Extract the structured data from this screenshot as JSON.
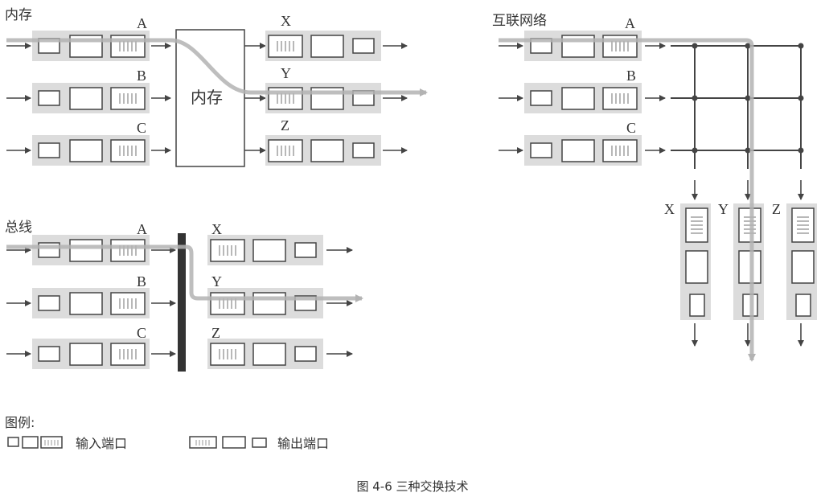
{
  "memory": {
    "title": "内存",
    "box_label": "内存",
    "inputs": [
      "A",
      "B",
      "C"
    ],
    "outputs": [
      "X",
      "Y",
      "Z"
    ]
  },
  "bus": {
    "title": "总线",
    "inputs": [
      "A",
      "B",
      "C"
    ],
    "outputs": [
      "X",
      "Y",
      "Z"
    ]
  },
  "crossbar": {
    "title": "互联网络",
    "inputs": [
      "A",
      "B",
      "C"
    ],
    "outputs": [
      "X",
      "Y",
      "Z"
    ]
  },
  "legend": {
    "title": "图例:",
    "input_port": "输入端口",
    "output_port": "输出端口"
  },
  "caption": "图 4-6    三种交换技术",
  "colors": {
    "band": "#dcdcdc",
    "line": "#444444",
    "highlight": "#b3b3b3",
    "bus": "#333333"
  }
}
